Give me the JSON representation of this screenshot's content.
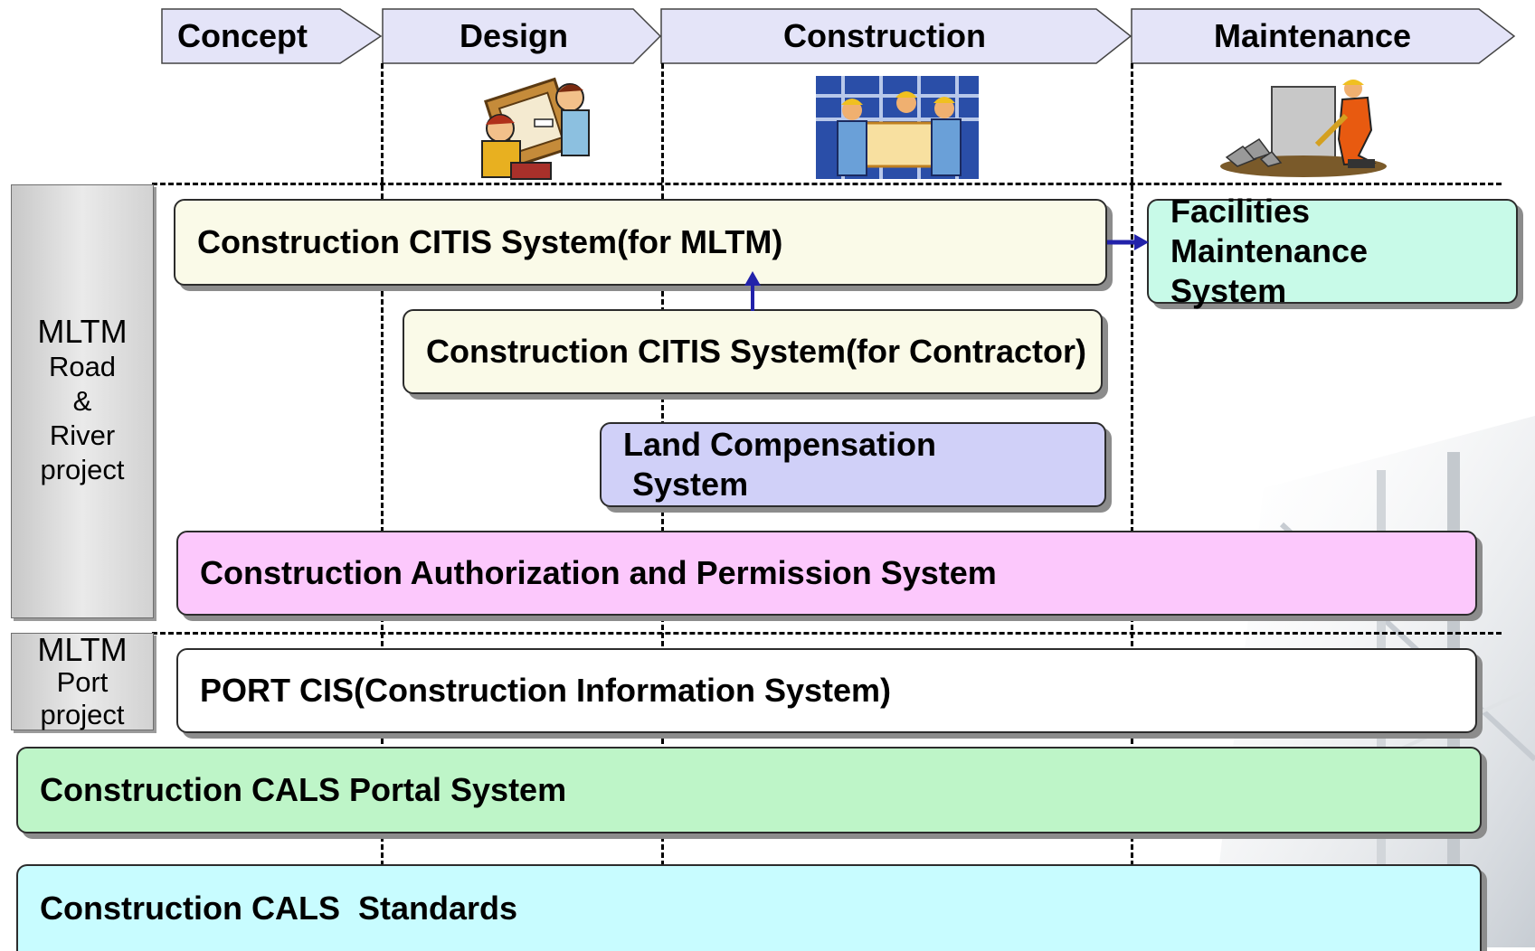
{
  "phases": [
    "Concept",
    "Design",
    "Construction",
    "Maintenance"
  ],
  "project_groups": {
    "road_river": {
      "line1": "MLTM",
      "line2": "Road",
      "line3": "&",
      "line4": "River",
      "line5": "project"
    },
    "port": {
      "line1": "MLTM",
      "line2": "Port",
      "line3": "project"
    }
  },
  "systems": {
    "citis_mltm": "Construction CITIS System(for MLTM)",
    "facilities": {
      "line1": "Facilities Maintenance",
      "line2": "System"
    },
    "citis_contractor": "Construction CITIS System(for Contractor)",
    "land": {
      "line1": "Land Compensation",
      "line2": "System"
    },
    "authorization": "Construction Authorization and Permission System",
    "port_cis": "PORT CIS(Construction Information System)",
    "cals_portal": "Construction CALS Portal System",
    "cals_standards": "Construction CALS  Standards"
  },
  "colors": {
    "phase_fill": "#e4e4f8",
    "citis_mltm": "#fafae8",
    "facilities": "#c8fae8",
    "citis_contractor": "#fafae8",
    "land": "#d0d0f8",
    "authorization": "#fcc8fc",
    "port_cis": "#ffffff",
    "cals_portal": "#bef5c8",
    "cals_standards": "#c8fcff",
    "arrow": "#2222aa"
  }
}
